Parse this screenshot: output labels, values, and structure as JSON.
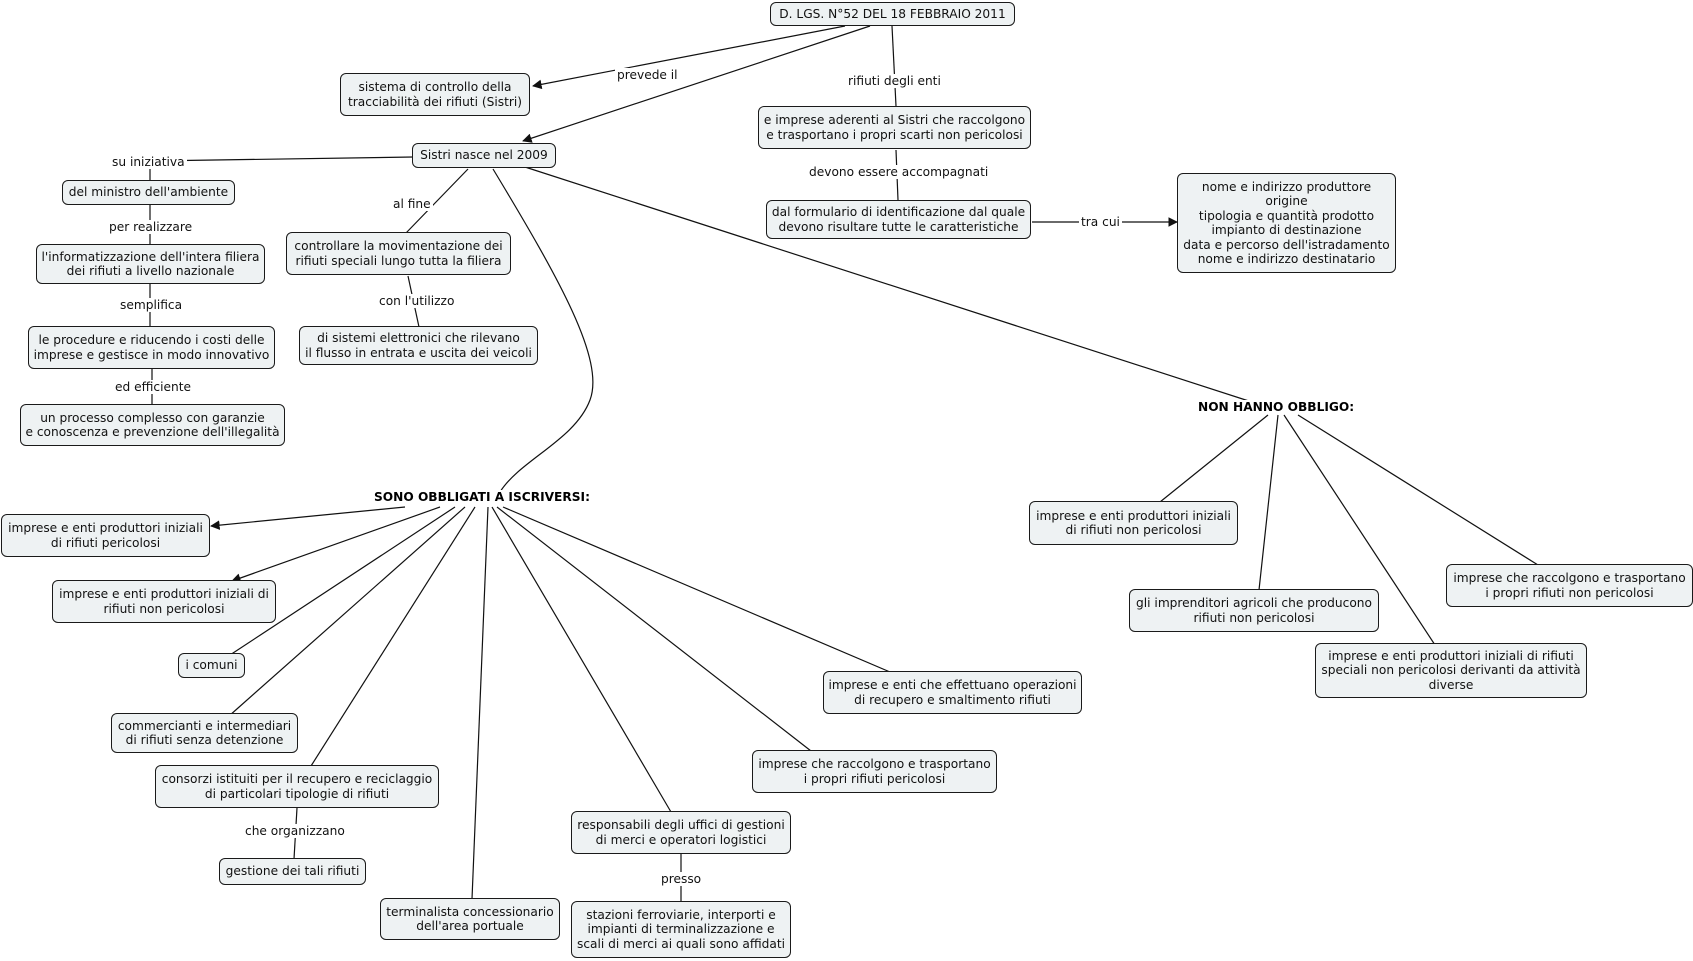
{
  "nodes": {
    "root": "D. LGS. N°52 DEL 18 FEBBRAIO 2011",
    "sistri_system": "sistema di controllo della\ntracciabilità dei rifiuti (Sistri)",
    "sistri_2009": "Sistri nasce nel 2009",
    "ministro": "del ministro dell'ambiente",
    "informatizzazione": "l'informatizzazione dell'intera filiera\ndei rifiuti a livello nazionale",
    "procedure": "le procedure e riducendo i costi delle\nimprese e gestisce in modo innovativo",
    "processo": "un processo complesso con garanzie\ne conoscenza e prevenzione dell'illegalità",
    "controllare": "controllare la movimentazione dei\nrifiuti speciali lungo tutta la filiera",
    "sistemi_elettronici": "di sistemi elettronici che rilevano\nil flusso in entrata e uscita dei veicoli",
    "imprese_aderenti": "e imprese aderenti al Sistri che raccolgono\ne trasportano i propri scarti non pericolosi",
    "formulario": "dal formulario di identificazione dal quale\ndevono risultare tutte le caratteristiche",
    "caratteristiche": "nome e indirizzo produttore\norigine\ntipologia e quantità prodotto\nimpianto di destinazione\ndata e percorso dell'istradamento\nnome e indirizzo destinatario",
    "obbligati": "SONO OBBLIGATI A ISCRIVERSI:",
    "non_obbligo": "NON HANNO OBBLIGO:",
    "ob_pericolosi": "imprese e enti produttori iniziali\ndi rifiuti pericolosi",
    "ob_non_pericolosi": "imprese e enti produttori iniziali di\nrifiuti non pericolosi",
    "ob_comuni": "i comuni",
    "ob_commercianti": "commercianti e intermediari\ndi rifiuti senza detenzione",
    "ob_consorzi": "consorzi istituiti per il recupero e reciclaggio\ndi particolari tipologie di rifiuti",
    "ob_gestione": "gestione dei tali rifiuti",
    "ob_terminalista": "terminalista concessionario\ndell'area portuale",
    "ob_responsabili": "responsabili degli uffici di gestioni\ndi merci e operatori logistici",
    "ob_stazioni": "stazioni ferroviarie, interporti e\nimpianti di terminalizzazione e\nscali di merci ai quali sono affidati",
    "ob_raccolgono": "imprese che raccolgono e trasportano\ni propri rifiuti pericolosi",
    "ob_recupero": "imprese e enti che effettuano operazioni\ndi recupero e smaltimento rifiuti",
    "no_non_pericolosi": "imprese e enti produttori iniziali\ndi rifiuti non pericolosi",
    "no_agricoli": "gli imprenditori agricoli che producono\nrifiuti non pericolosi",
    "no_speciali": "imprese e enti produttori iniziali di rifiuti\nspeciali non pericolosi derivanti da attività\ndiverse",
    "no_raccolgono": "imprese che raccolgono e trasportano\ni propri rifiuti non pericolosi"
  },
  "links": {
    "prevede_il": "prevede il",
    "rifiuti_degli_enti": "rifiuti degli enti",
    "devono_essere": "devono essere accompagnati",
    "tra_cui": "tra cui",
    "su_iniziativa": "su iniziativa",
    "per_realizzare": "per realizzare",
    "semplifica": "semplifica",
    "ed_efficiente": "ed efficiente",
    "al_fine": "al fine",
    "con_utilizzo": "con l'utilizzo",
    "che_organizzano": "che organizzano",
    "presso": "presso"
  },
  "colors": {
    "node_fill": "#eef2f3",
    "line": "#111111"
  }
}
